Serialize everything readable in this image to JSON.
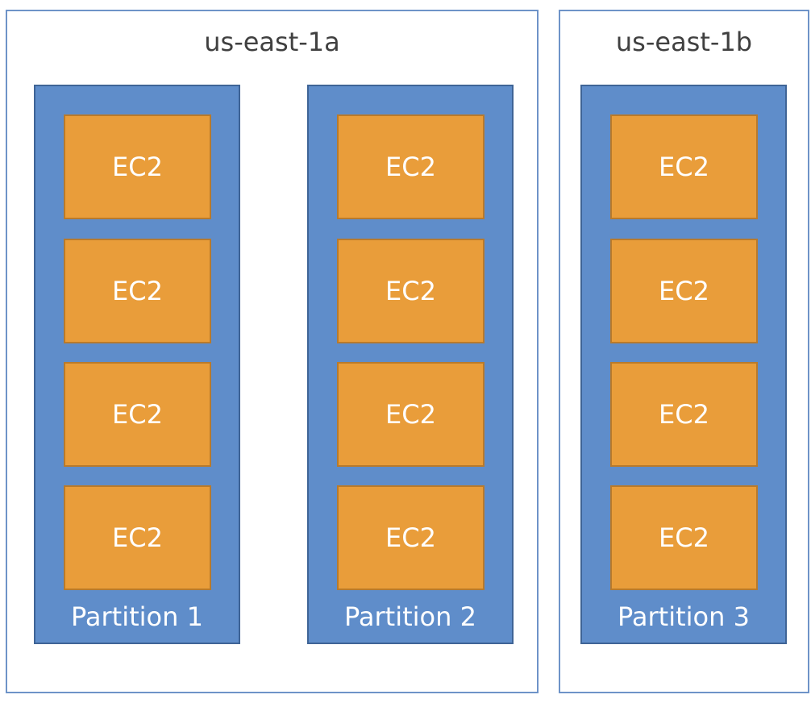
{
  "zones": [
    {
      "label": "us-east-1a",
      "partitions": [
        {
          "label": "Partition 1",
          "instances": [
            "EC2",
            "EC2",
            "EC2",
            "EC2"
          ]
        },
        {
          "label": "Partition 2",
          "instances": [
            "EC2",
            "EC2",
            "EC2",
            "EC2"
          ]
        }
      ]
    },
    {
      "label": "us-east-1b",
      "partitions": [
        {
          "label": "Partition 3",
          "instances": [
            "EC2",
            "EC2",
            "EC2",
            "EC2"
          ]
        }
      ]
    }
  ],
  "colors": {
    "zone_border": "#6e93c8",
    "partition_fill": "#5f8dca",
    "partition_border": "#3f6496",
    "instance_fill": "#e99d3a",
    "instance_border": "#b87a2c",
    "zone_text": "#404040",
    "inner_text": "#ffffff"
  }
}
